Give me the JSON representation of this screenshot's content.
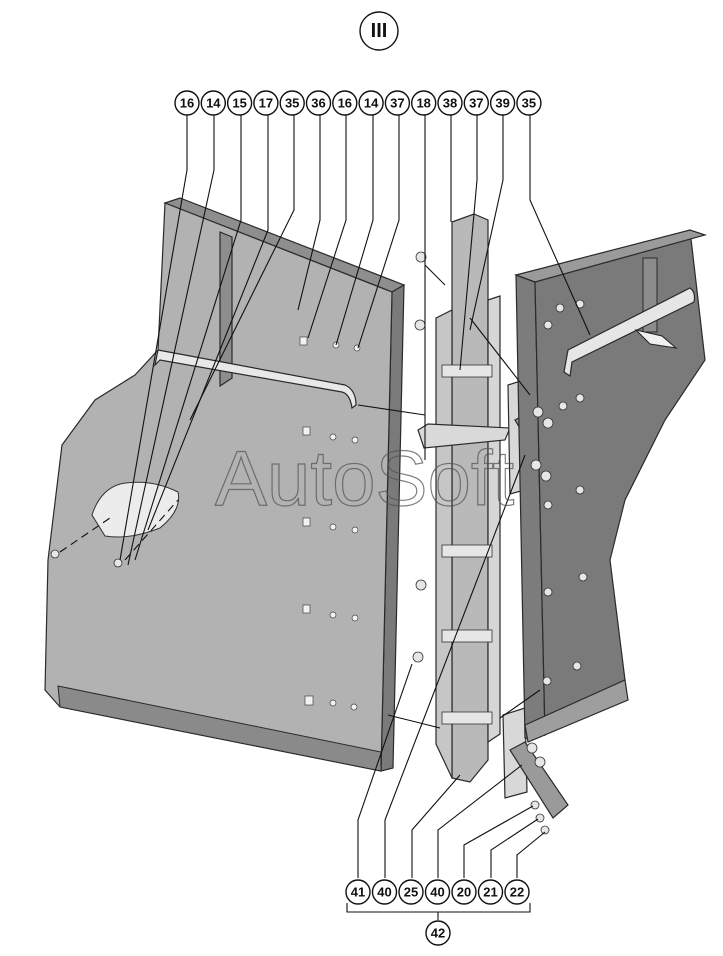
{
  "section_label": "III",
  "watermark": "AutoSoft",
  "top_callouts": [
    "16",
    "14",
    "15",
    "17",
    "35",
    "36",
    "16",
    "14",
    "37",
    "18",
    "38",
    "37",
    "39",
    "35"
  ],
  "bottom_callouts": [
    "41",
    "40",
    "25",
    "40",
    "20",
    "21",
    "22"
  ],
  "assembly_callout": "42",
  "colors": {
    "panel_face": "#a9a9a9",
    "panel_edge": "#7d7d7d",
    "panel_dark": "#6e6e6e",
    "panel_right": "#8c8c8c",
    "light_part": "#d2d2d2"
  }
}
